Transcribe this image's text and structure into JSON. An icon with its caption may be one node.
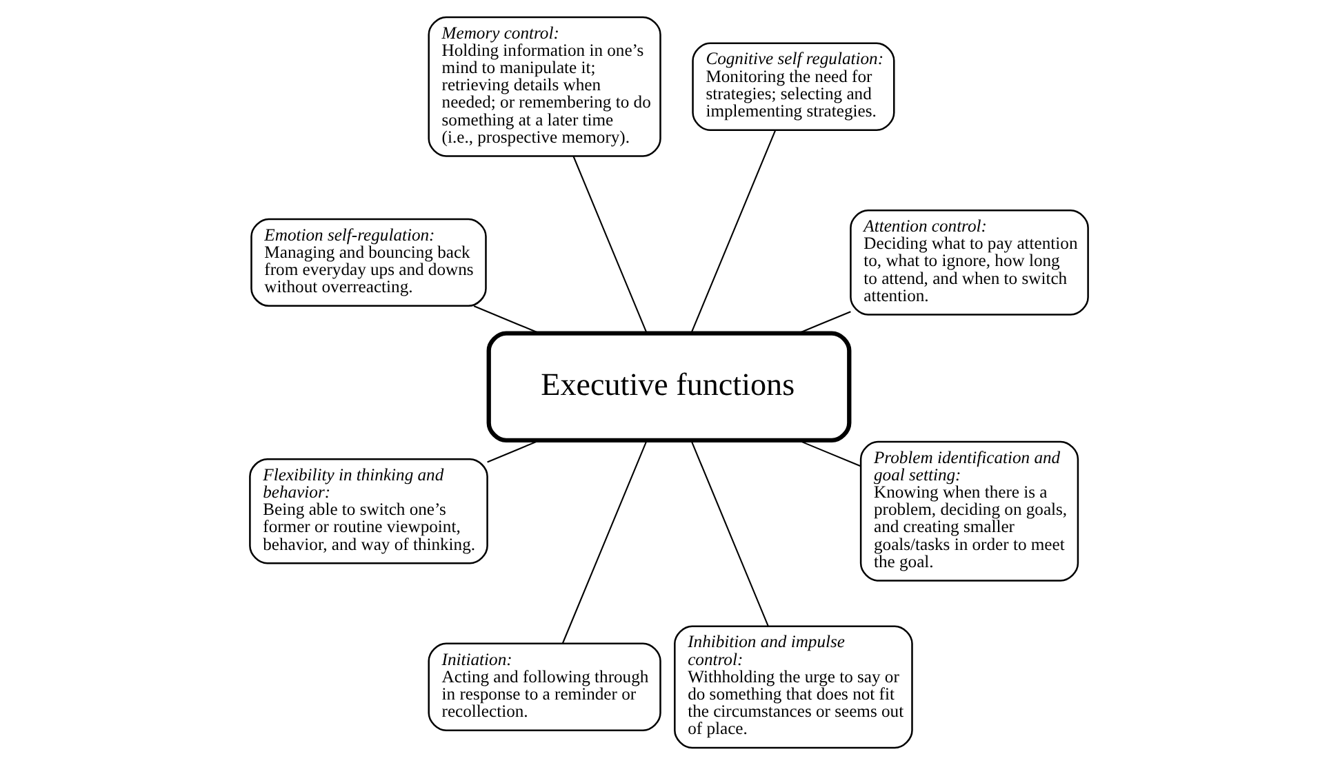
{
  "diagram": {
    "nodes": [
      {
        "text": [
          "Attention control:",
          "Deciding what to pay attention to, what to ignore, how long to attend, and when to switch attention."
        ]
      },
      {
        "text": [
          "Cognitive self regulation:",
          "Monitoring the need for strategies; selecting and implementing strategies."
        ]
      },
      {
        "text": [
          "Memory control:",
          "Holding information in one’s mind to manipulate it; retrieving details when needed; or remembering to do something at a later time (i.e., prospective memory)."
        ]
      },
      {
        "text": [
          "Emotion self-regulation:",
          "Managing and bouncing back from everyday ups and downs without overreacting."
        ]
      },
      {
        "text": [
          "Executive functions"
        ]
      },
      {
        "text": [
          "Flexibility in thinking and behavior:",
          "Being able to switch one’s former or routine viewpoint, behavior, and way of thinking."
        ]
      },
      {
        "text": [
          "Initiation:",
          "Acting and following through in response to a reminder or recollection."
        ]
      },
      {
        "text": [
          "Inhibition and impulse control:",
          "Withholding the urge to say or do something that does not fit the circumstances or seems out of place."
        ]
      },
      {
        "text": [
          "Problem identification and goal setting:",
          "Knowing when there is a problem, deciding on goals, and creating smaller goals/tasks in order to meet the goal."
        ]
      }
    ],
    "edges": [
      {
        "from": 4,
        "to": 0,
        "arrow": "none"
      },
      {
        "from": 4,
        "to": 1,
        "arrow": "none"
      },
      {
        "from": 4,
        "to": 2,
        "arrow": "none"
      },
      {
        "from": 4,
        "to": 3,
        "arrow": "none"
      },
      {
        "from": 4,
        "to": 5,
        "arrow": "none"
      },
      {
        "from": 4,
        "to": 6,
        "arrow": "none"
      },
      {
        "from": 4,
        "to": 7,
        "arrow": "none"
      },
      {
        "from": 4,
        "to": 8,
        "arrow": "none"
      }
    ]
  }
}
